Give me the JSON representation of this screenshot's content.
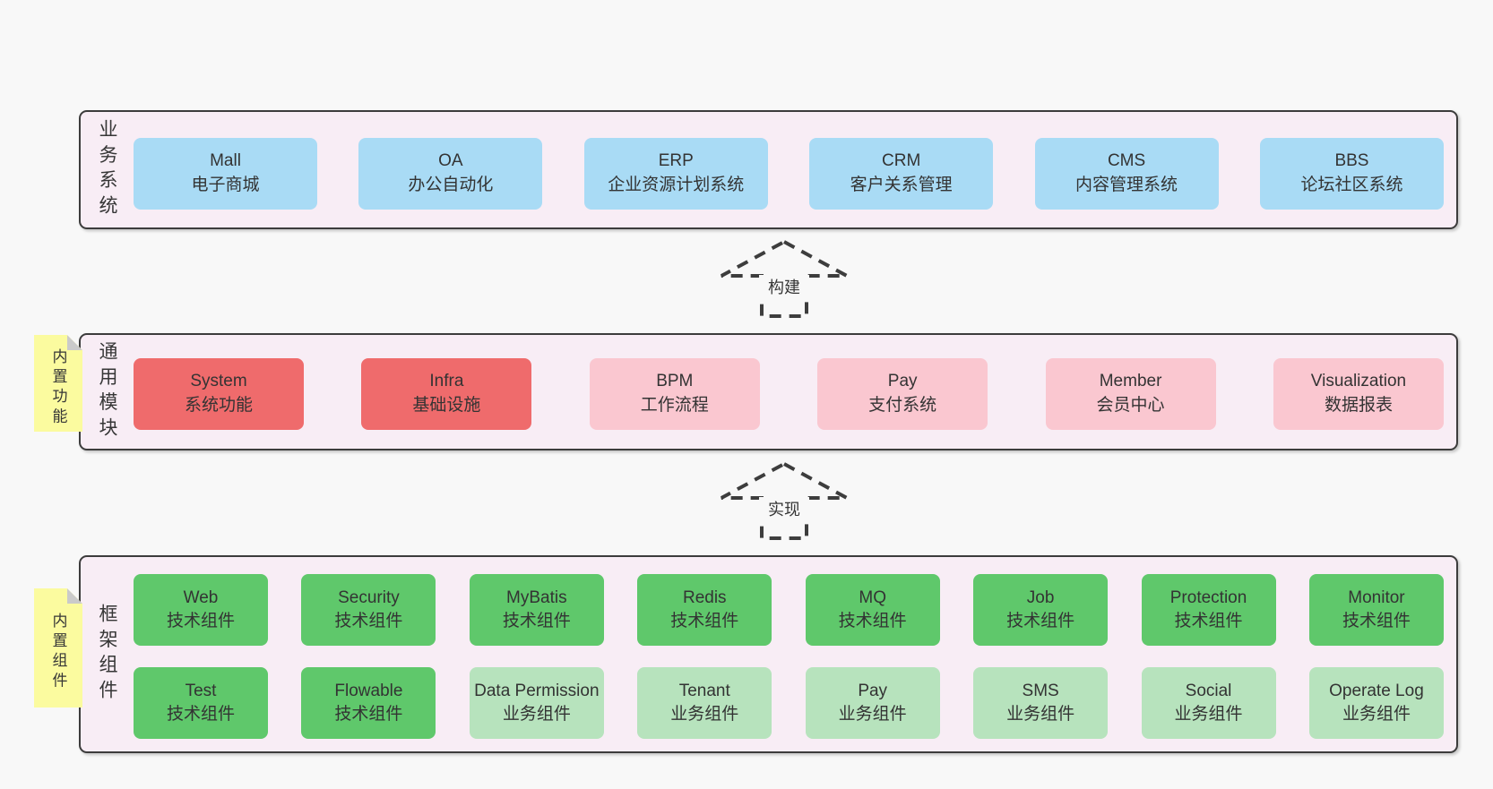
{
  "colors": {
    "page_bg": "#f8f8f8",
    "band_bg": "#f8edf5",
    "band_border": "#3c3c3c",
    "blue": "#a9dbf5",
    "red": "#ef6b6c",
    "pink": "#fac7d0",
    "green": "#5fc86b",
    "green_light": "#b7e3bd",
    "sticky_bg": "#fbfb9f",
    "sticky_fold": "#cacaca",
    "text": "#363636"
  },
  "bands": [
    {
      "label": "业务系统",
      "rows": [
        [
          {
            "en": "Mall",
            "zh": "电子商城",
            "color": "blue"
          },
          {
            "en": "OA",
            "zh": "办公自动化",
            "color": "blue"
          },
          {
            "en": "ERP",
            "zh": "企业资源计划系统",
            "color": "blue"
          },
          {
            "en": "CRM",
            "zh": "客户关系管理",
            "color": "blue"
          },
          {
            "en": "CMS",
            "zh": "内容管理系统",
            "color": "blue"
          },
          {
            "en": "BBS",
            "zh": "论坛社区系统",
            "color": "blue"
          }
        ]
      ]
    },
    {
      "label": "通用模块",
      "sticky": "内置功能",
      "rows": [
        [
          {
            "en": "System",
            "zh": "系统功能",
            "color": "red"
          },
          {
            "en": "Infra",
            "zh": "基础设施",
            "color": "red"
          },
          {
            "en": "BPM",
            "zh": "工作流程",
            "color": "pink"
          },
          {
            "en": "Pay",
            "zh": "支付系统",
            "color": "pink"
          },
          {
            "en": "Member",
            "zh": "会员中心",
            "color": "pink"
          },
          {
            "en": "Visualization",
            "zh": "数据报表",
            "color": "pink"
          }
        ]
      ]
    },
    {
      "label": "框架组件",
      "sticky": "内置组件",
      "rows": [
        [
          {
            "en": "Web",
            "zh": "技术组件",
            "color": "green"
          },
          {
            "en": "Security",
            "zh": "技术组件",
            "color": "green"
          },
          {
            "en": "MyBatis",
            "zh": "技术组件",
            "color": "green"
          },
          {
            "en": "Redis",
            "zh": "技术组件",
            "color": "green"
          },
          {
            "en": "MQ",
            "zh": "技术组件",
            "color": "green"
          },
          {
            "en": "Job",
            "zh": "技术组件",
            "color": "green"
          },
          {
            "en": "Protection",
            "zh": "技术组件",
            "color": "green"
          },
          {
            "en": "Monitor",
            "zh": "技术组件",
            "color": "green"
          }
        ],
        [
          {
            "en": "Test",
            "zh": "技术组件",
            "color": "green"
          },
          {
            "en": "Flowable",
            "zh": "技术组件",
            "color": "green"
          },
          {
            "en": "Data Permission",
            "zh": "业务组件",
            "color": "green_light"
          },
          {
            "en": "Tenant",
            "zh": "业务组件",
            "color": "green_light"
          },
          {
            "en": "Pay",
            "zh": "业务组件",
            "color": "green_light"
          },
          {
            "en": "SMS",
            "zh": "业务组件",
            "color": "green_light"
          },
          {
            "en": "Social",
            "zh": "业务组件",
            "color": "green_light"
          },
          {
            "en": "Operate Log",
            "zh": "业务组件",
            "color": "green_light"
          }
        ]
      ]
    }
  ],
  "arrows": [
    {
      "label": "构建"
    },
    {
      "label": "实现"
    }
  ]
}
